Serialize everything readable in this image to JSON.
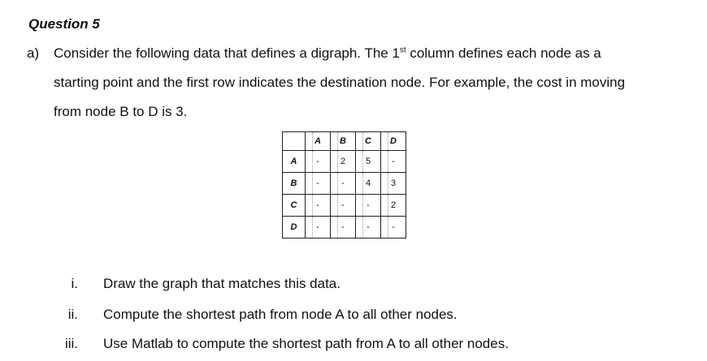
{
  "question": {
    "title": "Question 5"
  },
  "part_a": {
    "marker": "a)",
    "line1_pre": "Consider the following data that defines a digraph. The 1",
    "line1_sup": "st",
    "line1_post": " column defines each node as a",
    "line2": "starting point and the first row indicates the destination node. For example, the cost in moving",
    "line3": "from node B to D is 3."
  },
  "cost_table": {
    "columns": [
      "A",
      "B",
      "C",
      "D"
    ],
    "rows": [
      {
        "node": "A",
        "values": [
          "-",
          "2",
          "5",
          "-"
        ]
      },
      {
        "node": "B",
        "values": [
          "-",
          "-",
          "4",
          "3"
        ]
      },
      {
        "node": "C",
        "values": [
          "-",
          "-",
          "-",
          "2"
        ]
      },
      {
        "node": "D",
        "values": [
          "-",
          "-",
          "-",
          "-"
        ]
      }
    ]
  },
  "tasks": [
    {
      "num": "i.",
      "text": "Draw the graph that matches this data."
    },
    {
      "num": "ii.",
      "text": "Compute the shortest path from node A to all other nodes."
    },
    {
      "num": "iii.",
      "text": "Use Matlab to compute the shortest path from A to all other nodes."
    }
  ]
}
